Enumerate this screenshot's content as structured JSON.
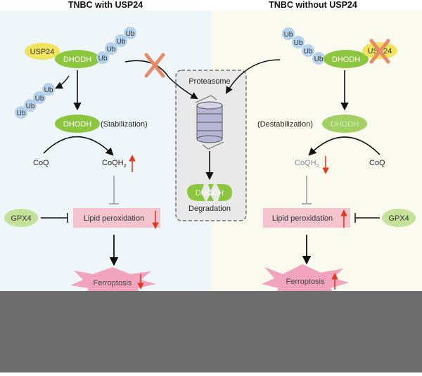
{
  "titles": {
    "left": "TNBC with USP24",
    "right": "TNBC without USP24"
  },
  "proteins": {
    "usp24": "USP24",
    "dhodh": "DHODH",
    "gpx4": "GPX4",
    "ubiquitin": "Ub"
  },
  "labels": {
    "stabilization": "(Stabilization)",
    "destabilization": "(Destabilization)",
    "coq": "CoQ",
    "coqh2_main": "CoQH",
    "coqh2_sub": "2",
    "lipid_peroxidation": "Lipid peroxidation",
    "ferroptosis": "Ferroptosis",
    "proteasome": "Proteasome",
    "degradation": "Degradation"
  },
  "colors": {
    "left_bg": "#eef6fa",
    "right_bg": "#fafbee",
    "dhodh_green": "#8cc63f",
    "usp24_yellow": "#f1e45e",
    "gpx4_green": "#c5e29a",
    "ub_blue": "#b6d2ea",
    "lipid_pink": "#f4c4cf",
    "ferroptosis_pink": "#f2a3bd",
    "red_arrow": "#e03a1e",
    "cross_orange": "#e88a68",
    "footer_gray": "#6e6e6e"
  }
}
